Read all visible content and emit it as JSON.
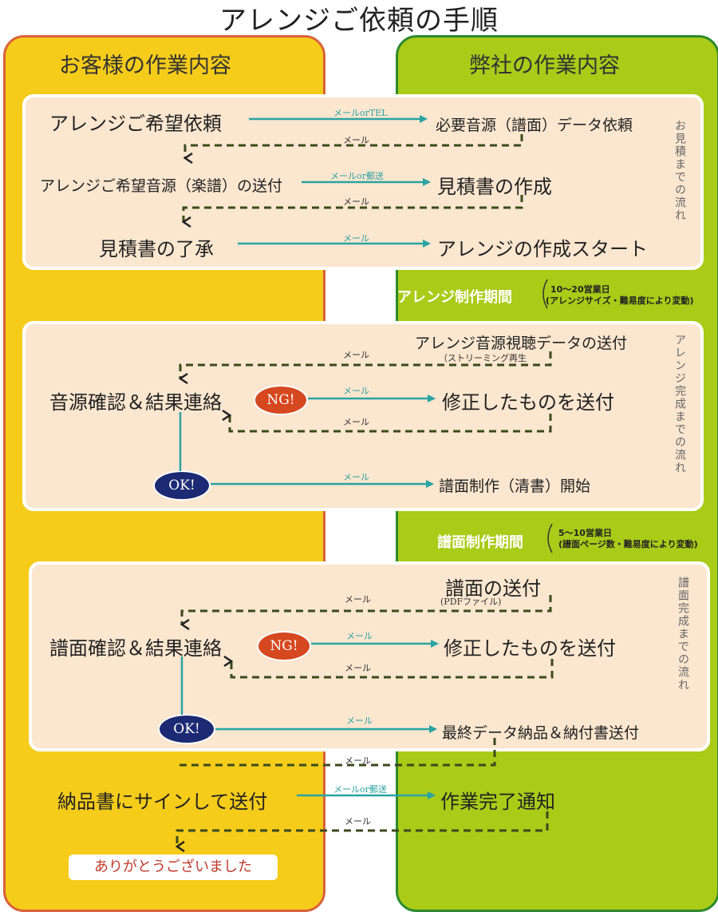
{
  "title": "アレンジご依頼の手順",
  "columns": {
    "left": "お客様の作業内容",
    "right": "弊社の作業内容"
  },
  "colors": {
    "left_bg": "#f6cc1b",
    "left_border": "#d9623a",
    "right_bg": "#aacb18",
    "right_border": "#2e8a2e",
    "panel": "#fbe6cf",
    "arrow_teal": "#2aa3a3",
    "arrow_dashed": "#3b4a1e",
    "ng": "#d6481f",
    "ok": "#1c2a73"
  },
  "section1": {
    "side": "お見積までの流れ",
    "request": "アレンジご希望依頼",
    "note_request": "メールorTEL",
    "data_request": "必要音源（譜面）データ依頼",
    "mail_1": "メール",
    "send_source": "アレンジご希望音源（楽譜）の送付",
    "note_send": "メールor郵送",
    "estimate": "見積書の作成",
    "mail_2": "メール",
    "accept": "見積書の了承",
    "note_accept": "メール",
    "start": "アレンジの作成スタート"
  },
  "period1": {
    "label": "アレンジ制作期間",
    "days": "10～20営業日",
    "detail": "(アレンジサイズ・難易度により変動)"
  },
  "section2": {
    "side": "アレンジ完成までの流れ",
    "send_data": "アレンジ音源視聴データの送付",
    "send_data_sub": "（ストリーミング再生",
    "mail_back": "メール",
    "confirm": "音源確認＆結果連絡",
    "ng": "NG!",
    "note_ng": "メール",
    "fix": "修正したものを送付",
    "mail_fix": "メール",
    "ok": "OK!",
    "note_ok": "メール",
    "score_start": "譜面制作（清書）開始"
  },
  "period2": {
    "label": "譜面制作期間",
    "days": "5～10営業日",
    "detail": "(譜面ページ数・難易度により変動)"
  },
  "section3": {
    "side": "譜面完成までの流れ",
    "send_score": "譜面の送付",
    "send_score_sub": "(PDFファイル)",
    "mail_back": "メール",
    "confirm": "譜面確認＆結果連絡",
    "ng": "NG!",
    "note_ng": "メール",
    "fix": "修正したものを送付",
    "mail_fix": "メール",
    "ok": "OK!",
    "note_ok": "メール",
    "final": "最終データ納品＆納付書送付"
  },
  "final": {
    "mail_1": "メール",
    "sign": "納品書にサインして送付",
    "note_sign": "メールor郵送",
    "complete": "作業完了通知",
    "mail_2": "メール",
    "thanks": "ありがとうございました"
  }
}
